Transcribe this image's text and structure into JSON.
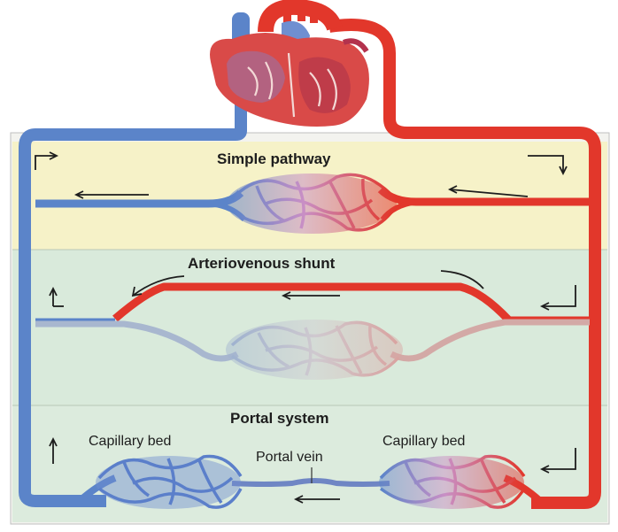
{
  "labels": {
    "simple_pathway": "Simple pathway",
    "arteriovenous_shunt": "Arteriovenous shunt",
    "portal_system": "Portal system",
    "capillary_bed_left": "Capillary bed",
    "capillary_bed_right": "Capillary bed",
    "portal_vein": "Portal vein"
  },
  "colors": {
    "artery": "#e2372b",
    "vein": "#5b84c9",
    "band_simple": "#f6f2c8",
    "band_shunt": "#d9eadb",
    "band_portal": "#dcebdd",
    "inactive_bed": "#c9c9c9"
  }
}
